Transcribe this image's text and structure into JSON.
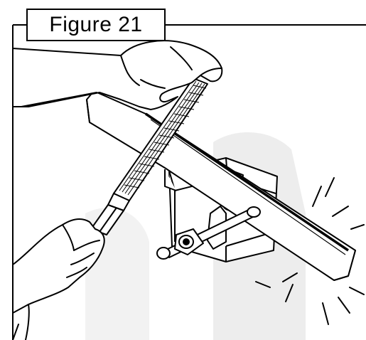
{
  "figure": {
    "label": "Figure 21"
  },
  "colors": {
    "ink": "#000000",
    "watermark": "#e6e6e6",
    "background": "#ffffff"
  },
  "illustration": {
    "subjects": [
      "left-hand",
      "right-hand",
      "flat-file",
      "blade",
      "bench-vise",
      "vise-screw",
      "motion-lines"
    ]
  }
}
